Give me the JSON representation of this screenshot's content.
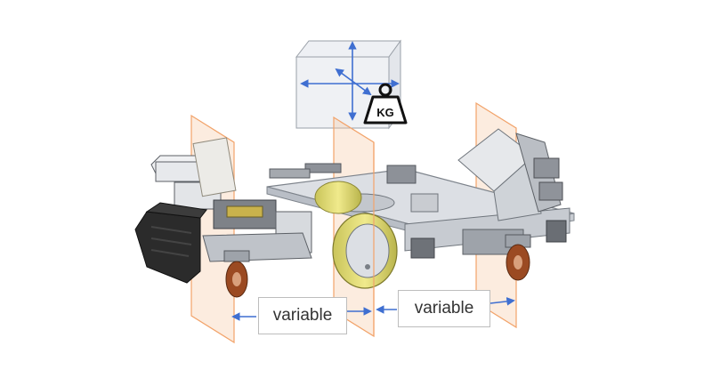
{
  "labels": {
    "left_spacing": "variable",
    "right_spacing": "variable",
    "weight_unit": "KG"
  },
  "icons": [
    "weight-kg-icon",
    "axis-arrows-icon",
    "spacing-arrow-icon"
  ],
  "colors": {
    "arrow_blue": "#3f6fd1",
    "plane_orange": "#f2a36a",
    "chassis_gray": "#d9dde2",
    "wheel_yellow": "#e6e07a",
    "wheel_brown": "#9b4a22",
    "battery_dark": "#2b2b2b"
  }
}
